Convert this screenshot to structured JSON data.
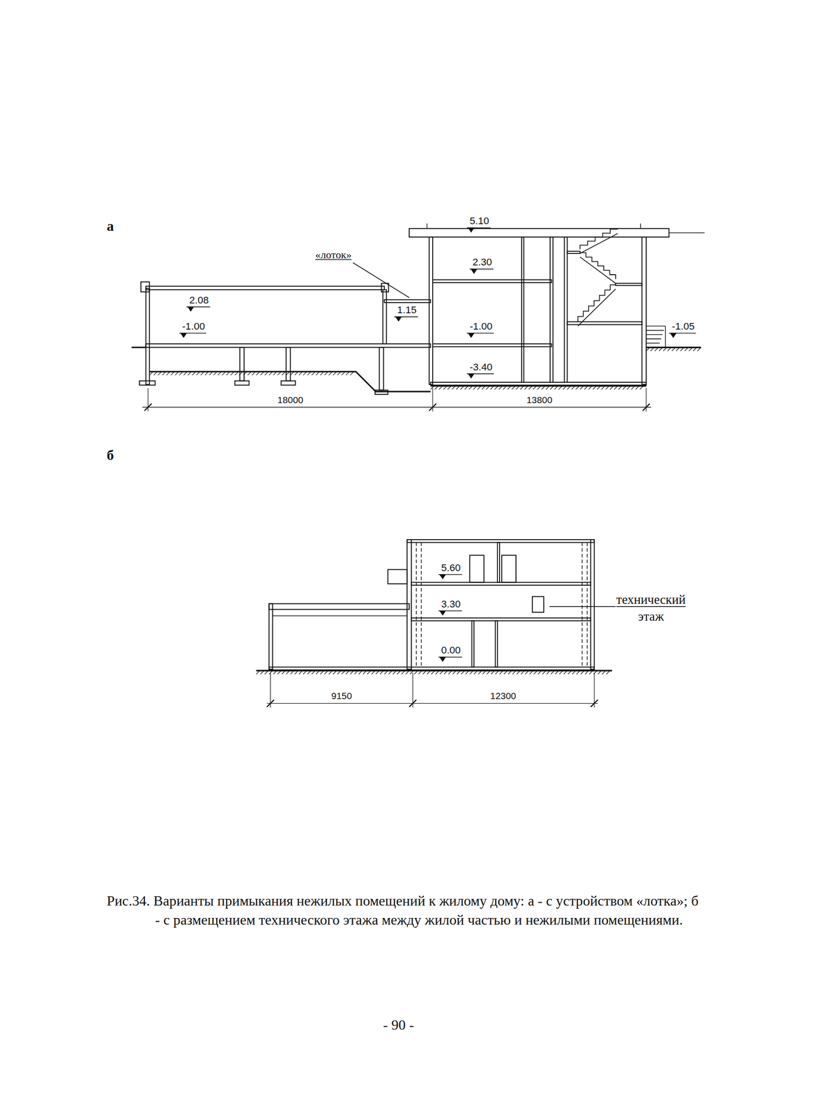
{
  "diagram": {
    "caption": "Рис.34. Варианты примыкания нежилых помещений к жилому дому: а - с устройством «лотка»; б - с размещением технического этажа между жилой частью и нежилыми помещениями.",
    "labels": [
      "а",
      "б",
      "«лоток»",
      "5.10",
      "2.30",
      "2.08",
      "1.15",
      "-1.00",
      "-1.00",
      "-3.40",
      "-1.05",
      "18000",
      "13800",
      "5.60",
      "3.30",
      "0.00",
      "технический этаж",
      "9150",
      "12300",
      "- 90 -"
    ]
  }
}
